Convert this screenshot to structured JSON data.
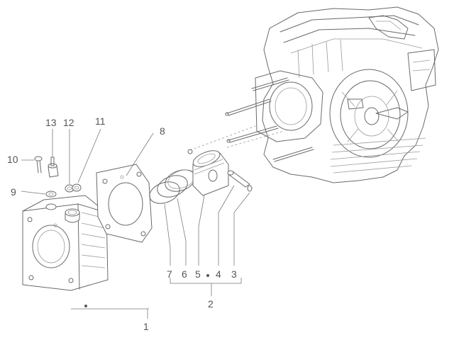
{
  "callouts": {
    "c1": "1",
    "c2": "2",
    "c3": "3",
    "c4": "4",
    "c5": "5",
    "c6": "6",
    "c7": "7",
    "c8": "8",
    "c9": "9",
    "c10": "10",
    "c11": "11",
    "c12": "12",
    "c13": "13"
  },
  "line_color": "#6a6a6a",
  "label_color": "#555555"
}
